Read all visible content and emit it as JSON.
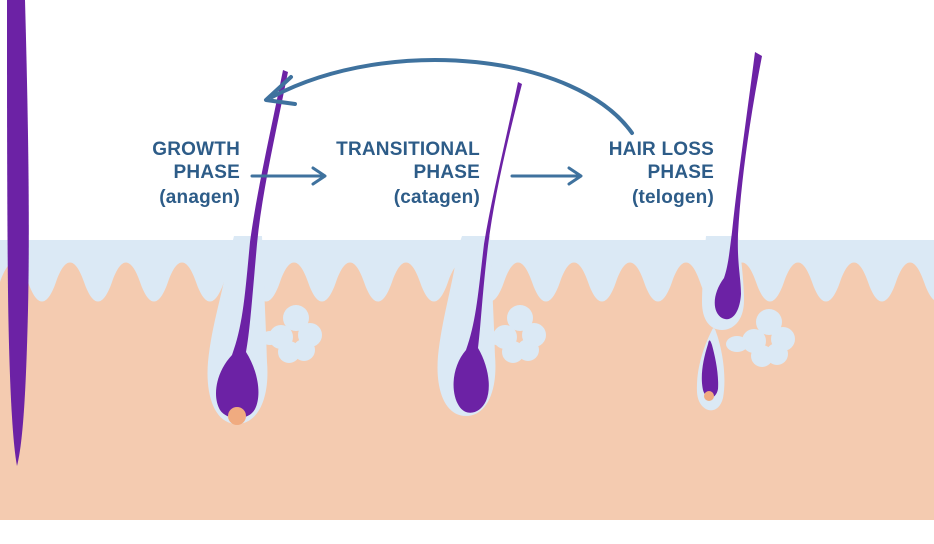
{
  "phases": [
    {
      "line1": "GROWTH",
      "line2": "PHASE",
      "subtitle": "(anagen)"
    },
    {
      "line1": "TRANSITIONAL",
      "line2": "PHASE",
      "subtitle": "(catagen)"
    },
    {
      "line1": "HAIR LOSS",
      "line2": "PHASE",
      "subtitle": "(telogen)"
    }
  ],
  "icons": {
    "phase_arrow": "right-arrow",
    "cycle_arrow": "curved-return-arrow"
  },
  "colors": {
    "background": "#ffffff",
    "hair": "#6c22a5",
    "epidermis": "#dbe9f5",
    "dermis": "#f4cbb0",
    "papilla": "#f0ab80",
    "label_text": "#2d5c88",
    "arrow": "#3f729e"
  }
}
